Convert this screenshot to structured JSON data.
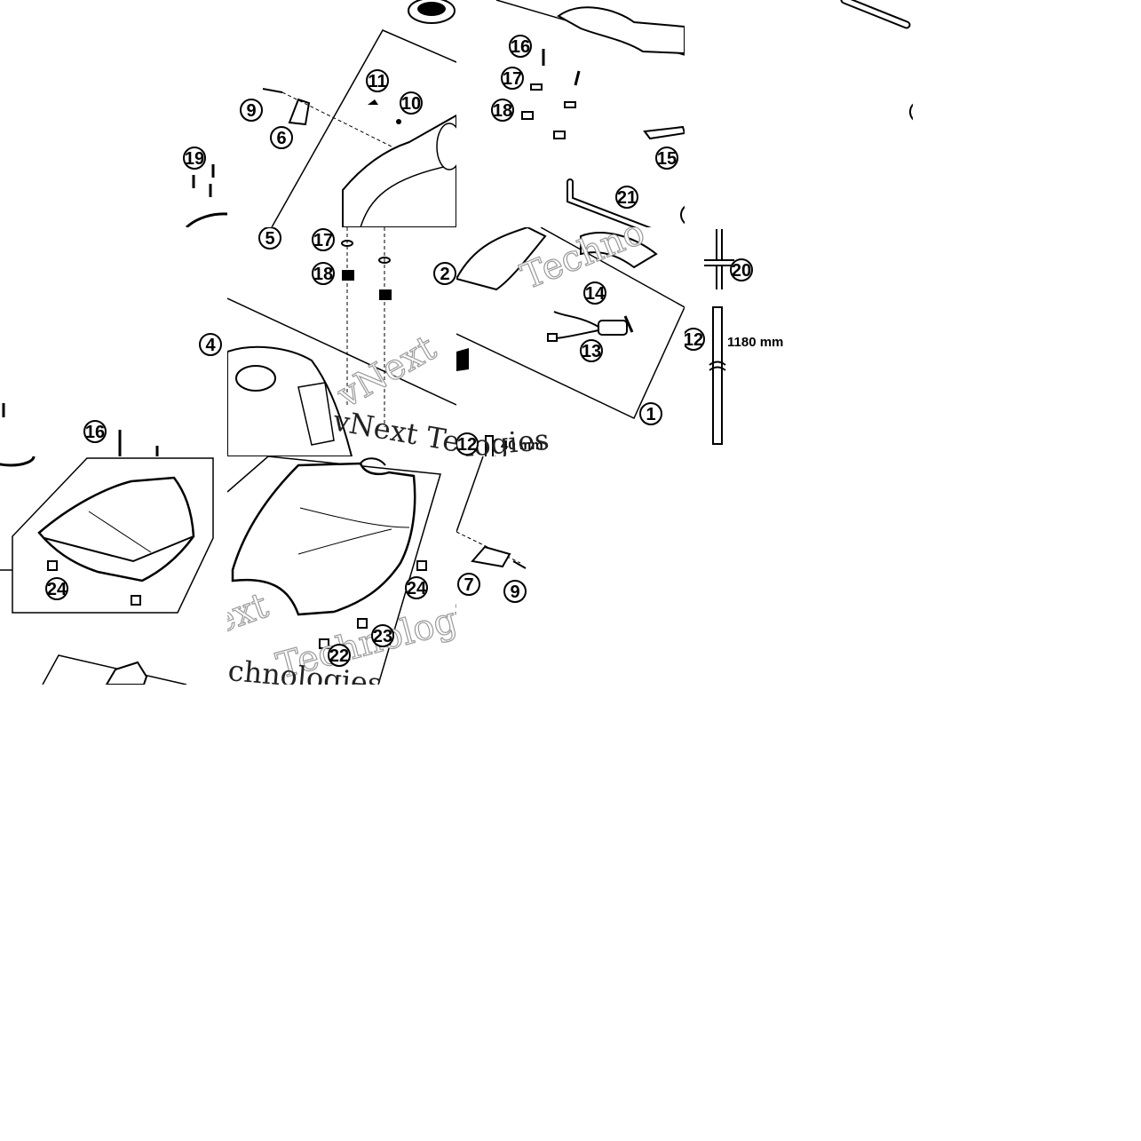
{
  "diagram": {
    "callouts": [
      "1",
      "2",
      "4",
      "5",
      "6",
      "7",
      "9",
      "10",
      "11",
      "12",
      "13",
      "14",
      "15",
      "16",
      "17",
      "18",
      "19",
      "20",
      "21",
      "22",
      "23",
      "24"
    ],
    "dimensions": {
      "hose_long": "1180 mm",
      "hose_short": "40 mm"
    },
    "watermark": {
      "line1": "vNext",
      "line2": "Technologies",
      "fragment_a": "vNext Te",
      "fragment_b": "logies",
      "fragment_c": "chnologies",
      "fragment_d": "Techno",
      "fragment_e": "ext"
    }
  },
  "colors": {
    "background": "#ffffff",
    "ink": "#000000",
    "watermark_outline": "#9a9a9a"
  }
}
